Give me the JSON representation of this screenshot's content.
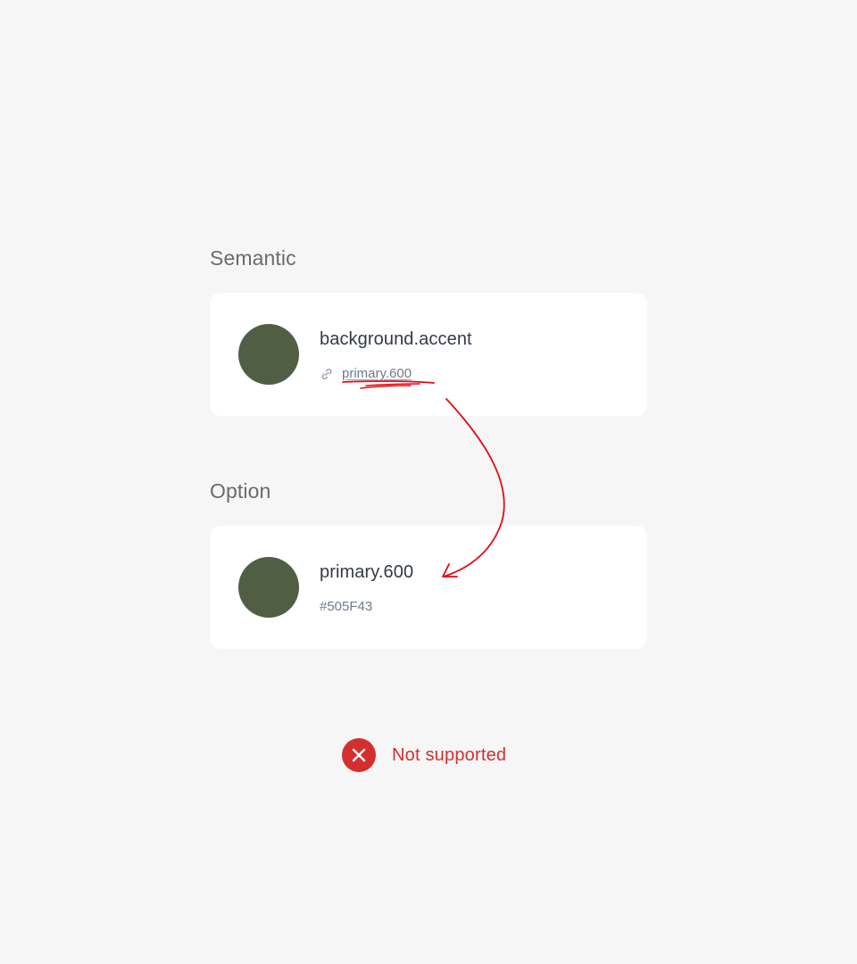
{
  "semantic": {
    "heading": "Semantic",
    "token_name": "background.accent",
    "reference": "primary.600",
    "swatch_color": "#505F43"
  },
  "option": {
    "heading": "Option",
    "token_name": "primary.600",
    "hex_value": "#505F43",
    "swatch_color": "#505F43"
  },
  "status": {
    "label": "Not supported",
    "icon": "close-icon",
    "color": "#D32F2F"
  },
  "annotation": {
    "color": "#E50914"
  }
}
